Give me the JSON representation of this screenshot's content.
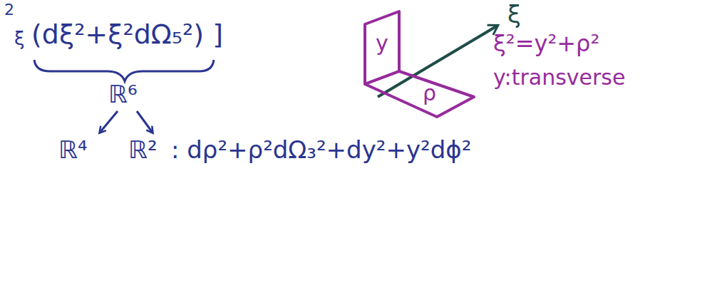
{
  "diagram": {
    "nodes": [
      {
        "text": [
          "y"
        ]
      },
      {
        "text": [
          "ρ"
        ]
      }
    ],
    "labels": [
      "2",
      "ξ",
      "(dξ²+ξ²dΩ₅²) ]",
      "ℝ⁶",
      "ℝ⁴",
      "ℝ²",
      ": dρ²+ρ²dΩ₃²+dy²+y²dϕ²",
      "ξ",
      "ξ²=y²+ρ²",
      "y:transverse"
    ]
  }
}
